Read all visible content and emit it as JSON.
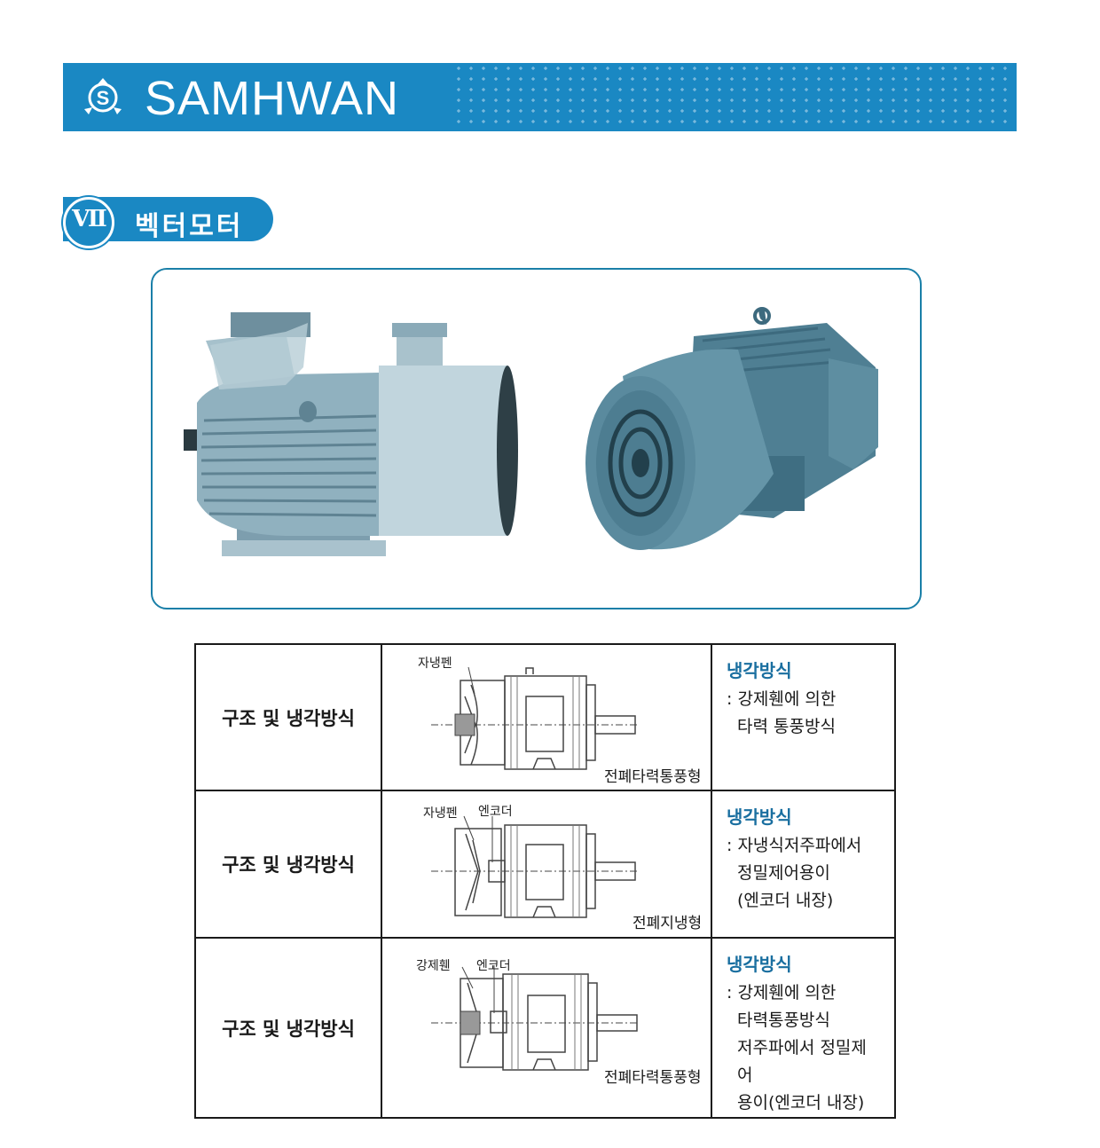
{
  "header": {
    "brand": "SAMHWAN",
    "logo_icon": "samhwan-s-logo",
    "banner_color": "#1a88c3"
  },
  "section": {
    "number": "Ⅶ",
    "title": "벡터모터"
  },
  "photos": [
    {
      "name": "vector-motor-side-view"
    },
    {
      "name": "vector-motor-rear-fan-view"
    }
  ],
  "table": {
    "rows": [
      {
        "label": "구조 및 냉각방식",
        "diagram": {
          "labels": [
            "자냉펜"
          ],
          "caption": "전폐타력통풍형"
        },
        "desc_head": "냉각방식",
        "desc_lines": [
          ": 강제휀에 의한",
          "타력 통풍방식"
        ]
      },
      {
        "label": "구조 및 냉각방식",
        "diagram": {
          "labels": [
            "자냉펜",
            "엔코더"
          ],
          "caption": "전폐지냉형"
        },
        "desc_head": "냉각방식",
        "desc_lines": [
          ": 자냉식저주파에서",
          "정밀제어용이",
          "(엔코더 내장)"
        ]
      },
      {
        "label": "구조 및 냉각방식",
        "diagram": {
          "labels": [
            "강제휀",
            "엔코더"
          ],
          "caption": "전폐타력통풍형"
        },
        "desc_head": "냉각방식",
        "desc_lines": [
          ": 강제휀에 의한",
          "타력통풍방식",
          "저주파에서 정밀제어",
          "용이(엔코더 내장)"
        ]
      }
    ]
  }
}
